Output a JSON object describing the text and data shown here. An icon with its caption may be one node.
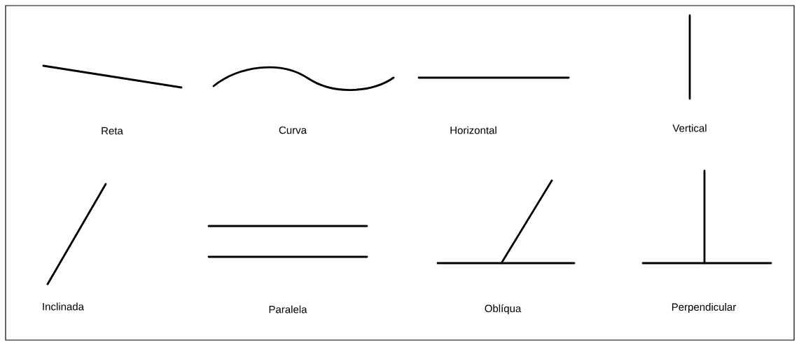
{
  "diagram": {
    "labels": [
      "Reta",
      "Curva",
      "Horizontal",
      "Vertical",
      "Inclinada",
      "Paralela",
      "Oblíqua",
      "Perpendicular"
    ]
  }
}
